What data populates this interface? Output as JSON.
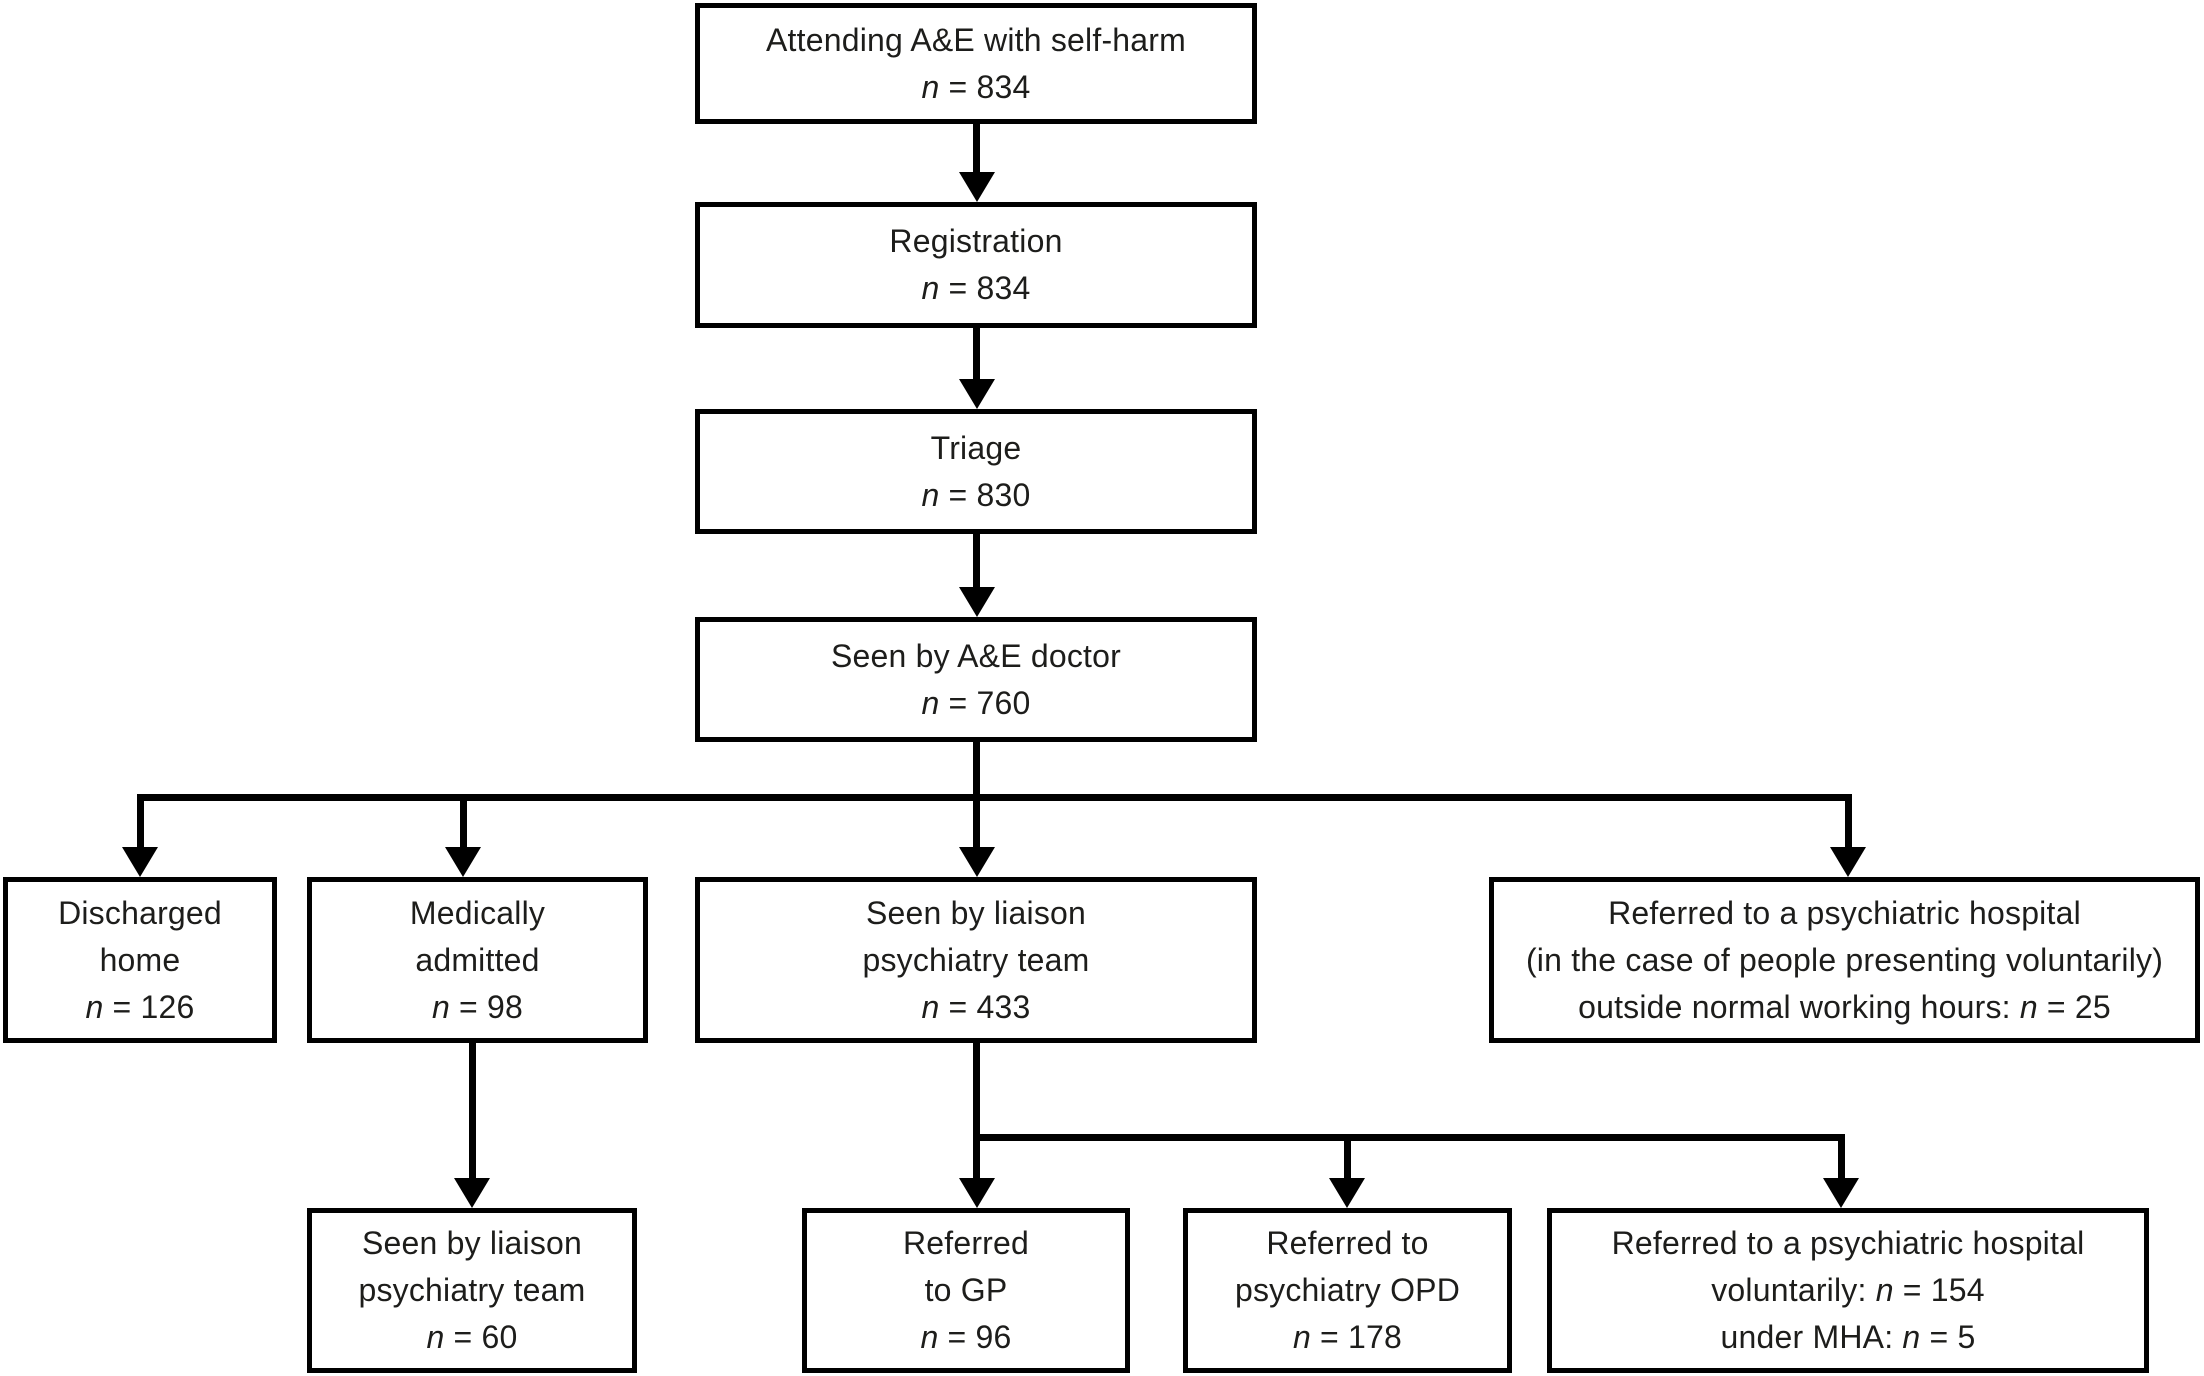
{
  "colors": {
    "line": "#000000",
    "text": "#1d1d1b",
    "background": "#ffffff"
  },
  "nodes": {
    "attending": {
      "line1": "Attending A&E with self-harm",
      "n": "n",
      "value": " = 834"
    },
    "registration": {
      "line1": "Registration",
      "n": "n",
      "value": " = 834"
    },
    "triage": {
      "line1": "Triage",
      "n": "n",
      "value": " = 830"
    },
    "seen_ae": {
      "line1": "Seen by A&E doctor",
      "n": "n",
      "value": " = 760"
    },
    "discharged": {
      "line1": "Discharged",
      "line2": "home",
      "n": "n",
      "value": " = 126"
    },
    "admitted": {
      "line1": "Medically",
      "line2": "admitted",
      "n": "n",
      "value": " = 98"
    },
    "liaison": {
      "line1": "Seen by liaison",
      "line2": "psychiatry team",
      "n": "n",
      "value": " = 433"
    },
    "psych_hosp": {
      "line1": "Referred to a psychiatric hospital",
      "line2": "(in the case of people presenting voluntarily)",
      "line3_prefix": "outside normal working hours: ",
      "line3_n": "n",
      "line3_value": " = 25"
    },
    "liaison60": {
      "line1": "Seen by liaison",
      "line2": "psychiatry team",
      "n": "n",
      "value": " = 60"
    },
    "gp": {
      "line1": "Referred",
      "line2": "to GP",
      "n": "n",
      "value": " = 96"
    },
    "opd": {
      "line1": "Referred to",
      "line2": "psychiatry OPD",
      "n": "n",
      "value": " = 178"
    },
    "psych_hosp2": {
      "line1": "Referred to a psychiatric hospital",
      "line2_prefix": "voluntarily: ",
      "line2_n": "n",
      "line2_value": " = 154",
      "line3_prefix": "under MHA: ",
      "line3_n": "n",
      "line3_value": " = 5"
    }
  }
}
